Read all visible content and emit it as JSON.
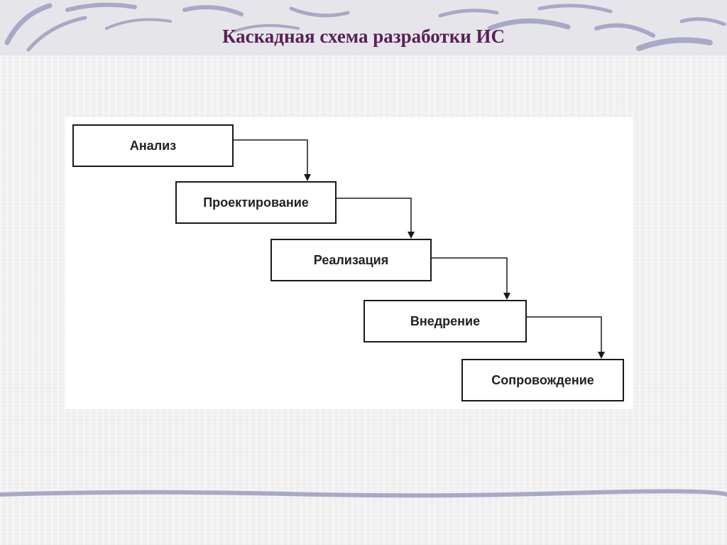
{
  "title": "Каскадная схема разработки ИС",
  "diagram": {
    "stages": [
      {
        "label": "Анализ"
      },
      {
        "label": "Проектирование"
      },
      {
        "label": "Реализация"
      },
      {
        "label": "Внедрение"
      },
      {
        "label": "Сопровождение"
      }
    ]
  },
  "colors": {
    "title": "#5a1f58",
    "decor_stripes": "#a8a9c6",
    "box_border": "#1a1a1a"
  }
}
